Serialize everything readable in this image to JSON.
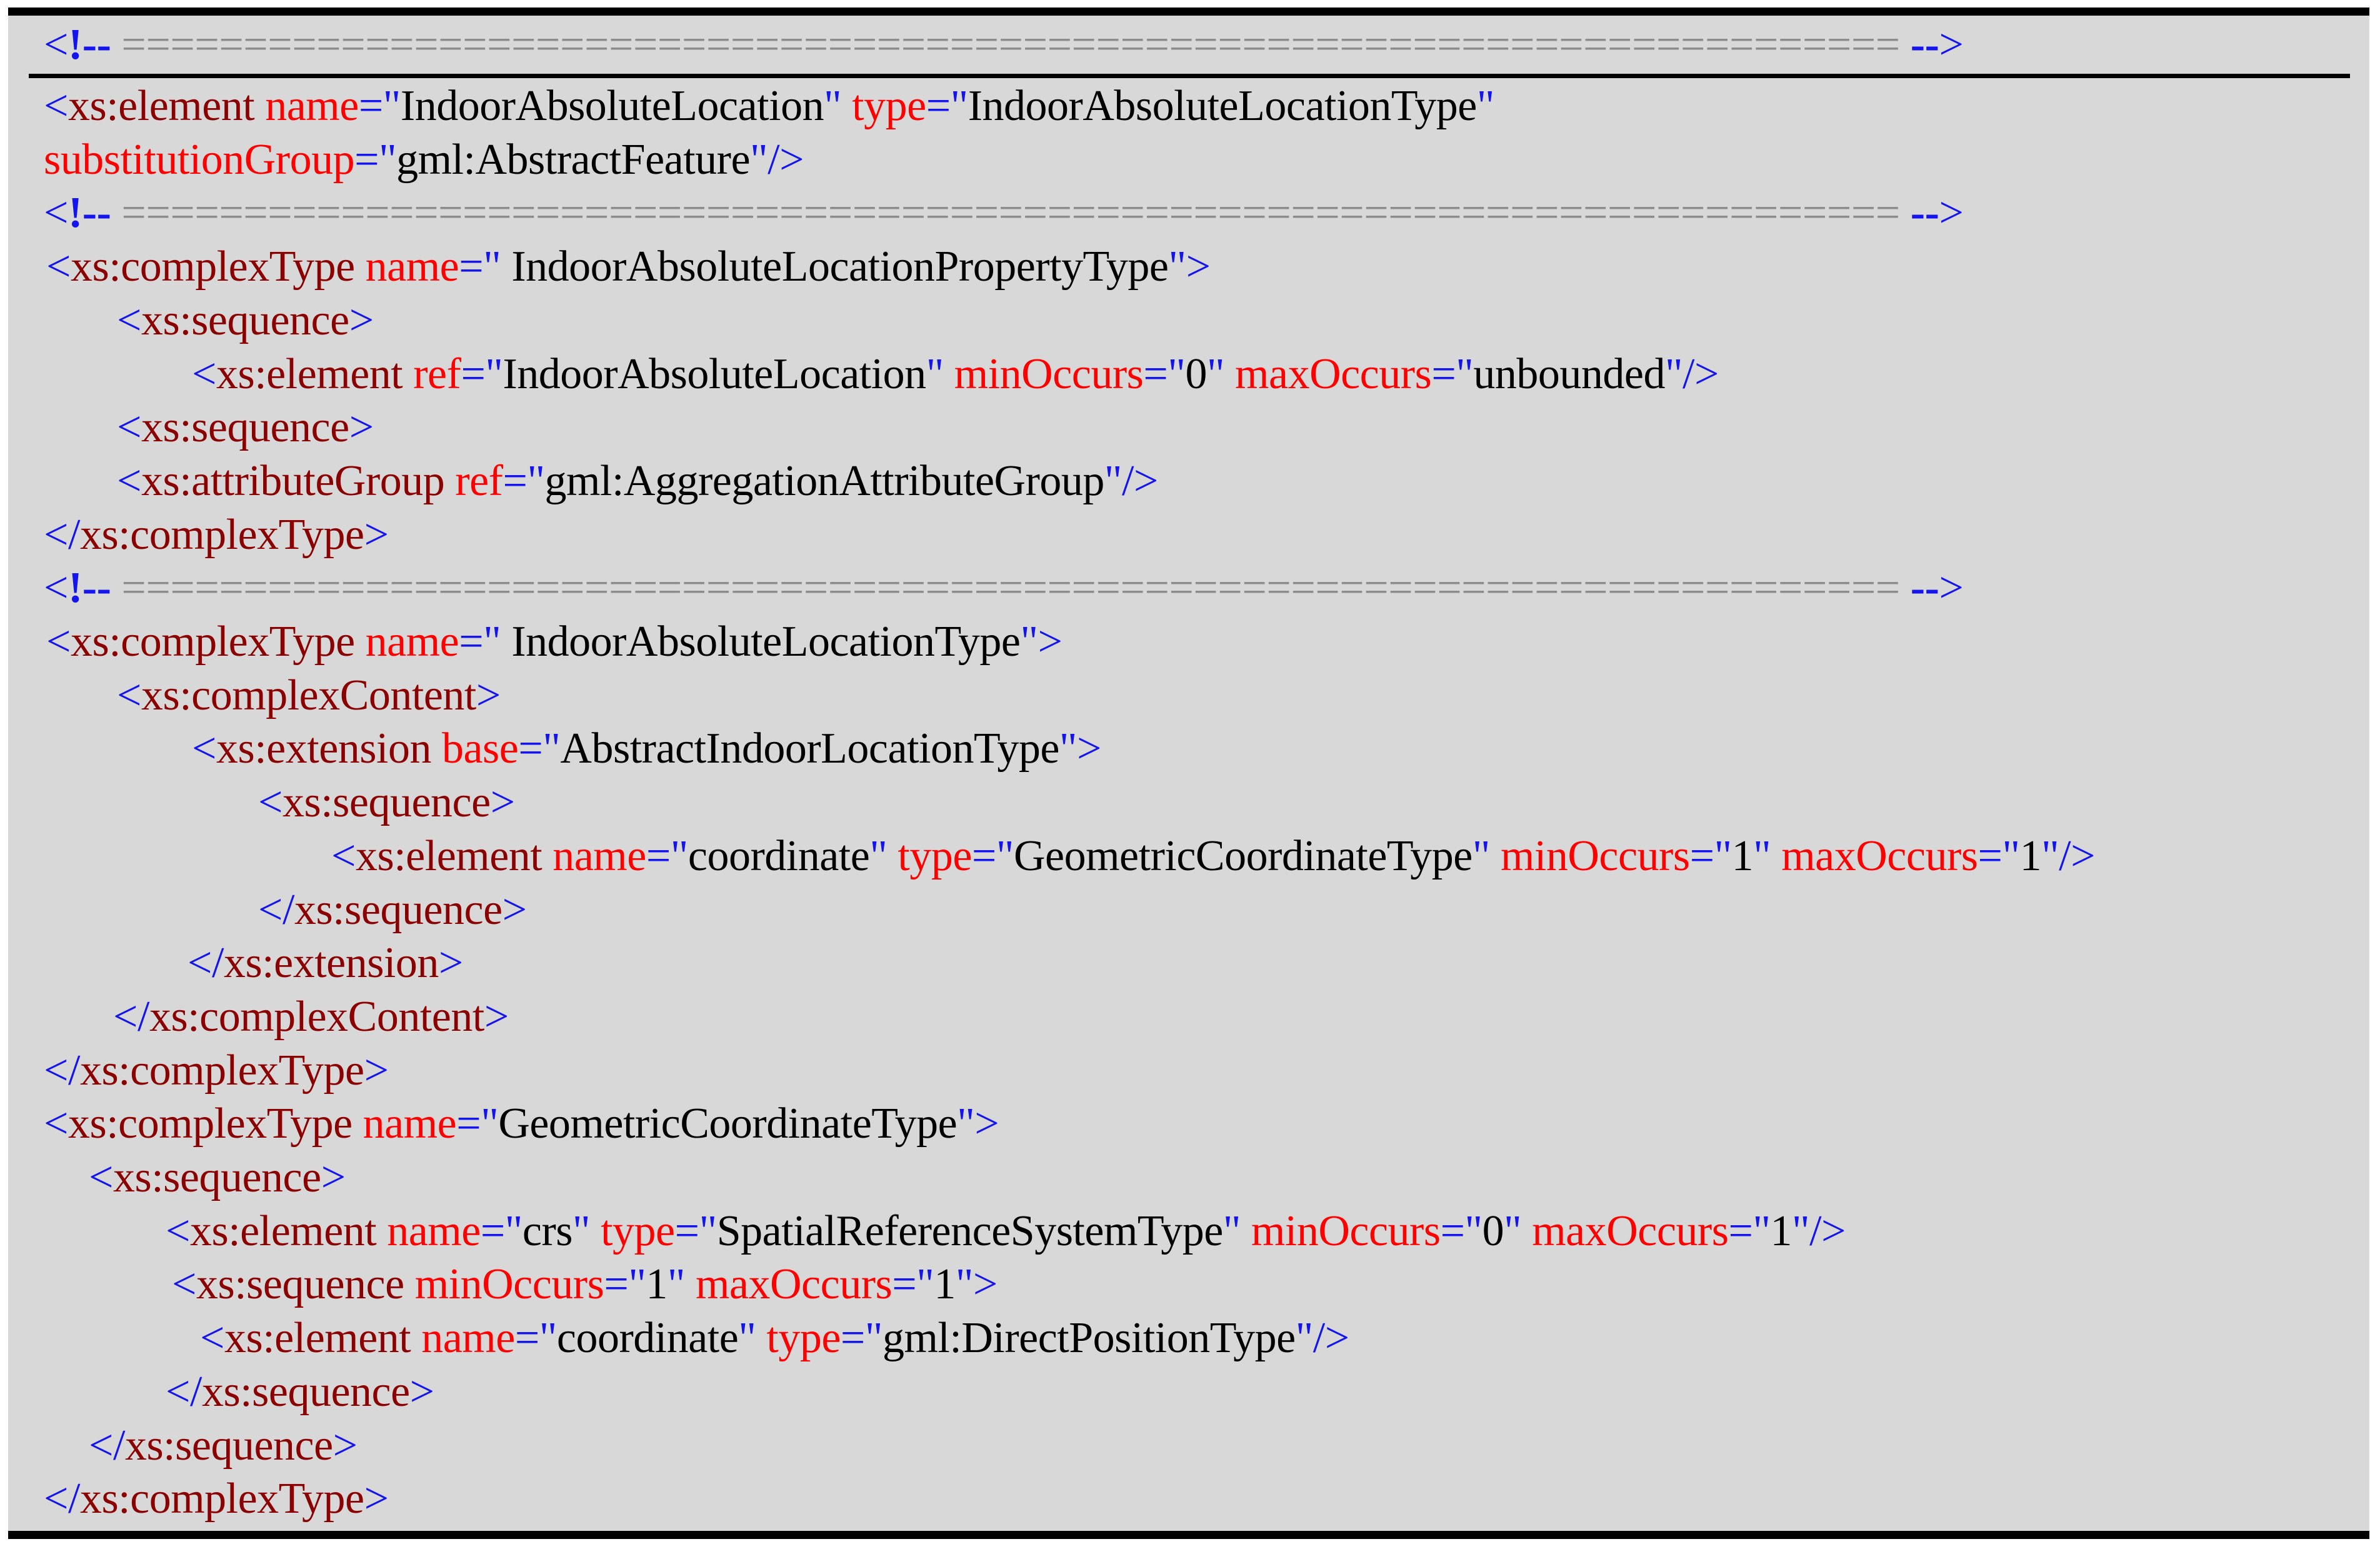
{
  "syntax_colors": {
    "tag": "#8B0000",
    "attr": "#FF0000",
    "punc": "#1414EE",
    "val": "#000000",
    "fill": "#8C8C8C",
    "bg": "#D8D8D8",
    "border": "#000000"
  },
  "header_row": {
    "lines": [
      {
        "indent": 57,
        "tokens": [
          {
            "c": "b",
            "t": "<"
          },
          {
            "c": "bb",
            "t": "!--"
          },
          {
            "c": "g",
            "t": " ========================================================================= "
          },
          {
            "c": "bb",
            "t": "--"
          },
          {
            "c": "b",
            "t": ">"
          }
        ]
      }
    ]
  },
  "code": {
    "lines": [
      {
        "indent": 57,
        "tokens": [
          {
            "c": "b",
            "t": "<"
          },
          {
            "c": "t",
            "t": "xs:element"
          },
          {
            "c": "v",
            "t": " "
          },
          {
            "c": "a",
            "t": "name"
          },
          {
            "c": "b",
            "t": "=\""
          },
          {
            "c": "v",
            "t": "IndoorAbsoluteLocation"
          },
          {
            "c": "b",
            "t": "\""
          },
          {
            "c": "v",
            "t": " "
          },
          {
            "c": "a",
            "t": "type"
          },
          {
            "c": "b",
            "t": "=\""
          },
          {
            "c": "v",
            "t": "IndoorAbsoluteLocationType"
          },
          {
            "c": "b",
            "t": "\""
          }
        ]
      },
      {
        "indent": 57,
        "tokens": [
          {
            "c": "a",
            "t": "substitutionGroup"
          },
          {
            "c": "b",
            "t": "=\""
          },
          {
            "c": "v",
            "t": "gml:AbstractFeature"
          },
          {
            "c": "b",
            "t": "\"/>"
          }
        ]
      },
      {
        "indent": 57,
        "tokens": [
          {
            "c": "b",
            "t": "<"
          },
          {
            "c": "bb",
            "t": "!--"
          },
          {
            "c": "g",
            "t": " ========================================================================= "
          },
          {
            "c": "bb",
            "t": "--"
          },
          {
            "c": "b",
            "t": ">"
          }
        ]
      },
      {
        "indent": 61,
        "tokens": [
          {
            "c": "b",
            "t": "<"
          },
          {
            "c": "t",
            "t": "xs:complexType"
          },
          {
            "c": "v",
            "t": " "
          },
          {
            "c": "a",
            "t": "name"
          },
          {
            "c": "b",
            "t": "=\""
          },
          {
            "c": "v",
            "t": " IndoorAbsoluteLocationPropertyType"
          },
          {
            "c": "b",
            "t": "\">"
          }
        ]
      },
      {
        "indent": 174,
        "tokens": [
          {
            "c": "b",
            "t": "<"
          },
          {
            "c": "t",
            "t": "xs:sequence"
          },
          {
            "c": "b",
            "t": ">"
          }
        ]
      },
      {
        "indent": 294,
        "tokens": [
          {
            "c": "b",
            "t": "<"
          },
          {
            "c": "t",
            "t": "xs:element"
          },
          {
            "c": "v",
            "t": " "
          },
          {
            "c": "a",
            "t": "ref"
          },
          {
            "c": "b",
            "t": "=\""
          },
          {
            "c": "v",
            "t": "IndoorAbsoluteLocation"
          },
          {
            "c": "b",
            "t": "\""
          },
          {
            "c": "v",
            "t": " "
          },
          {
            "c": "a",
            "t": "minOccurs"
          },
          {
            "c": "b",
            "t": "=\""
          },
          {
            "c": "v",
            "t": "0"
          },
          {
            "c": "b",
            "t": "\""
          },
          {
            "c": "v",
            "t": " "
          },
          {
            "c": "a",
            "t": "maxOccurs"
          },
          {
            "c": "b",
            "t": "=\""
          },
          {
            "c": "v",
            "t": "unbounded"
          },
          {
            "c": "b",
            "t": "\"/>"
          }
        ]
      },
      {
        "indent": 174,
        "tokens": [
          {
            "c": "b",
            "t": "<"
          },
          {
            "c": "t",
            "t": "xs:sequence"
          },
          {
            "c": "b",
            "t": ">"
          }
        ]
      },
      {
        "indent": 174,
        "tokens": [
          {
            "c": "b",
            "t": "<"
          },
          {
            "c": "t",
            "t": "xs:attributeGroup"
          },
          {
            "c": "v",
            "t": " "
          },
          {
            "c": "a",
            "t": "ref"
          },
          {
            "c": "b",
            "t": "=\""
          },
          {
            "c": "v",
            "t": "gml:AggregationAttributeGroup"
          },
          {
            "c": "b",
            "t": "\"/>"
          }
        ]
      },
      {
        "indent": 57,
        "tokens": [
          {
            "c": "b",
            "t": "</"
          },
          {
            "c": "t",
            "t": "xs:complexType"
          },
          {
            "c": "b",
            "t": ">"
          }
        ]
      },
      {
        "indent": 57,
        "tokens": [
          {
            "c": "b",
            "t": "<"
          },
          {
            "c": "bb",
            "t": "!--"
          },
          {
            "c": "g",
            "t": " ========================================================================= "
          },
          {
            "c": "bb",
            "t": "--"
          },
          {
            "c": "b",
            "t": ">"
          }
        ]
      },
      {
        "indent": 61,
        "tokens": [
          {
            "c": "b",
            "t": "<"
          },
          {
            "c": "t",
            "t": "xs:complexType"
          },
          {
            "c": "v",
            "t": " "
          },
          {
            "c": "a",
            "t": "name"
          },
          {
            "c": "b",
            "t": "=\""
          },
          {
            "c": "v",
            "t": " IndoorAbsoluteLocationType"
          },
          {
            "c": "b",
            "t": "\">"
          }
        ]
      },
      {
        "indent": 174,
        "tokens": [
          {
            "c": "b",
            "t": "<"
          },
          {
            "c": "t",
            "t": "xs:complexContent"
          },
          {
            "c": "b",
            "t": ">"
          }
        ]
      },
      {
        "indent": 294,
        "tokens": [
          {
            "c": "b",
            "t": "<"
          },
          {
            "c": "t",
            "t": "xs:extension"
          },
          {
            "c": "v",
            "t": " "
          },
          {
            "c": "a",
            "t": "base"
          },
          {
            "c": "b",
            "t": "=\""
          },
          {
            "c": "v",
            "t": "AbstractIndoorLocationType"
          },
          {
            "c": "b",
            "t": "\">"
          }
        ]
      },
      {
        "indent": 400,
        "tokens": [
          {
            "c": "b",
            "t": "<"
          },
          {
            "c": "t",
            "t": "xs:sequence"
          },
          {
            "c": "b",
            "t": ">"
          }
        ]
      },
      {
        "indent": 517,
        "tokens": [
          {
            "c": "b",
            "t": "<"
          },
          {
            "c": "t",
            "t": "xs:element"
          },
          {
            "c": "v",
            "t": " "
          },
          {
            "c": "a",
            "t": "name"
          },
          {
            "c": "b",
            "t": "=\""
          },
          {
            "c": "v",
            "t": "coordinate"
          },
          {
            "c": "b",
            "t": "\""
          },
          {
            "c": "v",
            "t": " "
          },
          {
            "c": "a",
            "t": "type"
          },
          {
            "c": "b",
            "t": "=\""
          },
          {
            "c": "v",
            "t": "GeometricCoordinateType"
          },
          {
            "c": "b",
            "t": "\""
          },
          {
            "c": "v",
            "t": " "
          },
          {
            "c": "a",
            "t": "minOccurs"
          },
          {
            "c": "b",
            "t": "=\""
          },
          {
            "c": "v",
            "t": "1"
          },
          {
            "c": "b",
            "t": "\""
          },
          {
            "c": "v",
            "t": " "
          },
          {
            "c": "a",
            "t": "maxOccurs"
          },
          {
            "c": "b",
            "t": "=\""
          },
          {
            "c": "v",
            "t": "1"
          },
          {
            "c": "b",
            "t": "\"/>"
          }
        ]
      },
      {
        "indent": 400,
        "tokens": [
          {
            "c": "b",
            "t": "</"
          },
          {
            "c": "t",
            "t": "xs:sequence"
          },
          {
            "c": "b",
            "t": ">"
          }
        ]
      },
      {
        "indent": 287,
        "tokens": [
          {
            "c": "b",
            "t": "</"
          },
          {
            "c": "t",
            "t": "xs:extension"
          },
          {
            "c": "b",
            "t": ">"
          }
        ]
      },
      {
        "indent": 168,
        "tokens": [
          {
            "c": "b",
            "t": "</"
          },
          {
            "c": "t",
            "t": "xs:complexContent"
          },
          {
            "c": "b",
            "t": ">"
          }
        ]
      },
      {
        "indent": 57,
        "tokens": [
          {
            "c": "b",
            "t": "</"
          },
          {
            "c": "t",
            "t": "xs:complexType"
          },
          {
            "c": "b",
            "t": ">"
          }
        ]
      },
      {
        "indent": 57,
        "tokens": [
          {
            "c": "b",
            "t": "<"
          },
          {
            "c": "t",
            "t": "xs:complexType"
          },
          {
            "c": "v",
            "t": " "
          },
          {
            "c": "a",
            "t": "name"
          },
          {
            "c": "b",
            "t": "=\""
          },
          {
            "c": "v",
            "t": "GeometricCoordinateType"
          },
          {
            "c": "b",
            "t": "\">"
          }
        ]
      },
      {
        "indent": 129,
        "tokens": [
          {
            "c": "b",
            "t": "<"
          },
          {
            "c": "t",
            "t": "xs:sequence"
          },
          {
            "c": "b",
            "t": ">"
          }
        ]
      },
      {
        "indent": 252,
        "tokens": [
          {
            "c": "b",
            "t": "<"
          },
          {
            "c": "t",
            "t": "xs:element"
          },
          {
            "c": "v",
            "t": " "
          },
          {
            "c": "a",
            "t": "name"
          },
          {
            "c": "b",
            "t": "=\""
          },
          {
            "c": "v",
            "t": "crs"
          },
          {
            "c": "b",
            "t": "\""
          },
          {
            "c": "v",
            "t": " "
          },
          {
            "c": "a",
            "t": "type"
          },
          {
            "c": "b",
            "t": "=\""
          },
          {
            "c": "v",
            "t": "SpatialReferenceSystemType"
          },
          {
            "c": "b",
            "t": "\""
          },
          {
            "c": "v",
            "t": " "
          },
          {
            "c": "a",
            "t": "minOccurs"
          },
          {
            "c": "b",
            "t": "=\""
          },
          {
            "c": "v",
            "t": "0"
          },
          {
            "c": "b",
            "t": "\""
          },
          {
            "c": "v",
            "t": " "
          },
          {
            "c": "a",
            "t": "maxOccurs"
          },
          {
            "c": "b",
            "t": "=\""
          },
          {
            "c": "v",
            "t": "1"
          },
          {
            "c": "b",
            "t": "\"/>"
          }
        ]
      },
      {
        "indent": 262,
        "tokens": [
          {
            "c": "b",
            "t": "<"
          },
          {
            "c": "t",
            "t": "xs:sequence"
          },
          {
            "c": "v",
            "t": " "
          },
          {
            "c": "a",
            "t": "minOccurs"
          },
          {
            "c": "b",
            "t": "=\""
          },
          {
            "c": "v",
            "t": "1"
          },
          {
            "c": "b",
            "t": "\""
          },
          {
            "c": "v",
            "t": " "
          },
          {
            "c": "a",
            "t": "maxOccurs"
          },
          {
            "c": "b",
            "t": "=\""
          },
          {
            "c": "v",
            "t": "1"
          },
          {
            "c": "b",
            "t": "\">"
          }
        ]
      },
      {
        "indent": 307,
        "tokens": [
          {
            "c": "b",
            "t": "<"
          },
          {
            "c": "t",
            "t": "xs:element"
          },
          {
            "c": "v",
            "t": " "
          },
          {
            "c": "a",
            "t": "name"
          },
          {
            "c": "b",
            "t": "=\""
          },
          {
            "c": "v",
            "t": "coordinate"
          },
          {
            "c": "b",
            "t": "\""
          },
          {
            "c": "v",
            "t": " "
          },
          {
            "c": "a",
            "t": "type"
          },
          {
            "c": "b",
            "t": "=\""
          },
          {
            "c": "v",
            "t": "gml:DirectPositionType"
          },
          {
            "c": "b",
            "t": "\"/>"
          }
        ]
      },
      {
        "indent": 252,
        "tokens": [
          {
            "c": "b",
            "t": "</"
          },
          {
            "c": "t",
            "t": "xs:sequence"
          },
          {
            "c": "b",
            "t": ">"
          }
        ]
      },
      {
        "indent": 129,
        "tokens": [
          {
            "c": "b",
            "t": "</"
          },
          {
            "c": "t",
            "t": "xs:sequence"
          },
          {
            "c": "b",
            "t": ">"
          }
        ]
      },
      {
        "indent": 57,
        "tokens": [
          {
            "c": "b",
            "t": "</"
          },
          {
            "c": "t",
            "t": "xs:complexType"
          },
          {
            "c": "b",
            "t": ">"
          }
        ]
      }
    ]
  }
}
